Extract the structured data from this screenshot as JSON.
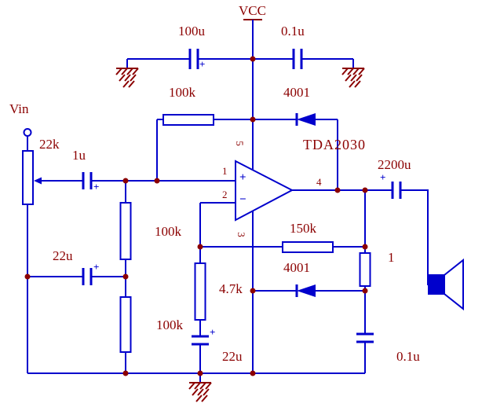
{
  "colors": {
    "wire_blue": "#0000CC",
    "label_maroon": "#8B0000",
    "background": "#FFFFFF"
  },
  "power": {
    "vcc_label": "VCC",
    "cap_100u": "100u",
    "cap_01u": "0.1u"
  },
  "input": {
    "vin_label": "Vin",
    "pot_22k": "22k",
    "cap_1u": "1u",
    "cap_22u": "22u"
  },
  "bias": {
    "r_top_100k": "100k",
    "r_mid_100k": "100k",
    "r_bot_100k": "100k"
  },
  "opamp": {
    "part_number": "TDA2030",
    "pin_1": "1",
    "pin_2": "2",
    "pin_3": "3",
    "pin_4": "4",
    "pin_5": "5",
    "plus_input": "+",
    "minus_input": "−"
  },
  "feedback": {
    "r_150k": "150k",
    "r_47k": "4.7k",
    "cap_22u": "22u"
  },
  "diodes": {
    "top_4001": "4001",
    "bottom_4001": "4001"
  },
  "output": {
    "cap_2200u": "2200u",
    "r_1ohm": "1",
    "cap_01u": "0.1u"
  },
  "marks": {
    "plus": "+"
  }
}
